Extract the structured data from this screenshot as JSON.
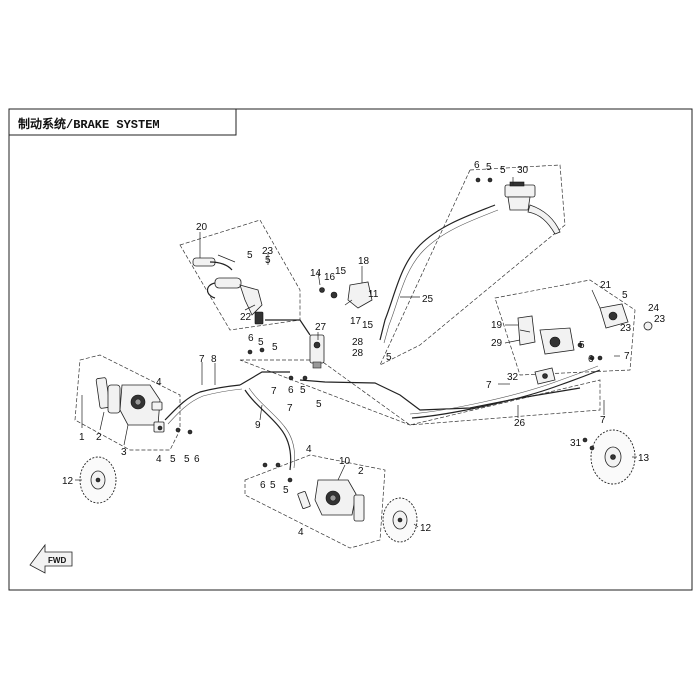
{
  "title": "制动系统/BRAKE SYSTEM",
  "fwd_label": "FWD",
  "callouts": {
    "c1": "1",
    "c2a": "2",
    "c2b": "2",
    "c3": "3",
    "c4a": "4",
    "c4b": "4",
    "c4c": "4",
    "c4d": "4",
    "c5a": "5",
    "c5b": "5",
    "c5c": "5",
    "c5d": "5",
    "c5e": "5",
    "c5f": "5",
    "c5g": "5",
    "c5h": "5",
    "c5i": "5",
    "c5j": "5",
    "c5k": "5",
    "c5l": "5",
    "c5m": "5",
    "c6a": "6",
    "c6b": "6",
    "c6c": "6",
    "c6d": "6",
    "c6e": "6",
    "c6f": "6",
    "c7a": "7",
    "c7b": "7",
    "c7c": "7",
    "c7d": "7",
    "c7e": "7",
    "c7f": "7",
    "c8": "8",
    "c9": "9",
    "c10": "10",
    "c11": "11",
    "c12a": "12",
    "c12b": "12",
    "c13": "13",
    "c14": "14",
    "c15a": "15",
    "c15b": "15",
    "c16": "16",
    "c17": "17",
    "c18": "18",
    "c19": "19",
    "c20": "20",
    "c21": "21",
    "c22": "22",
    "c23a": "23",
    "c23b": "23",
    "c23c": "23",
    "c24": "24",
    "c25": "25",
    "c26": "26",
    "c27": "27",
    "c28a": "28",
    "c28b": "28",
    "c29": "29",
    "c30": "30",
    "c31": "31",
    "c32": "32"
  }
}
